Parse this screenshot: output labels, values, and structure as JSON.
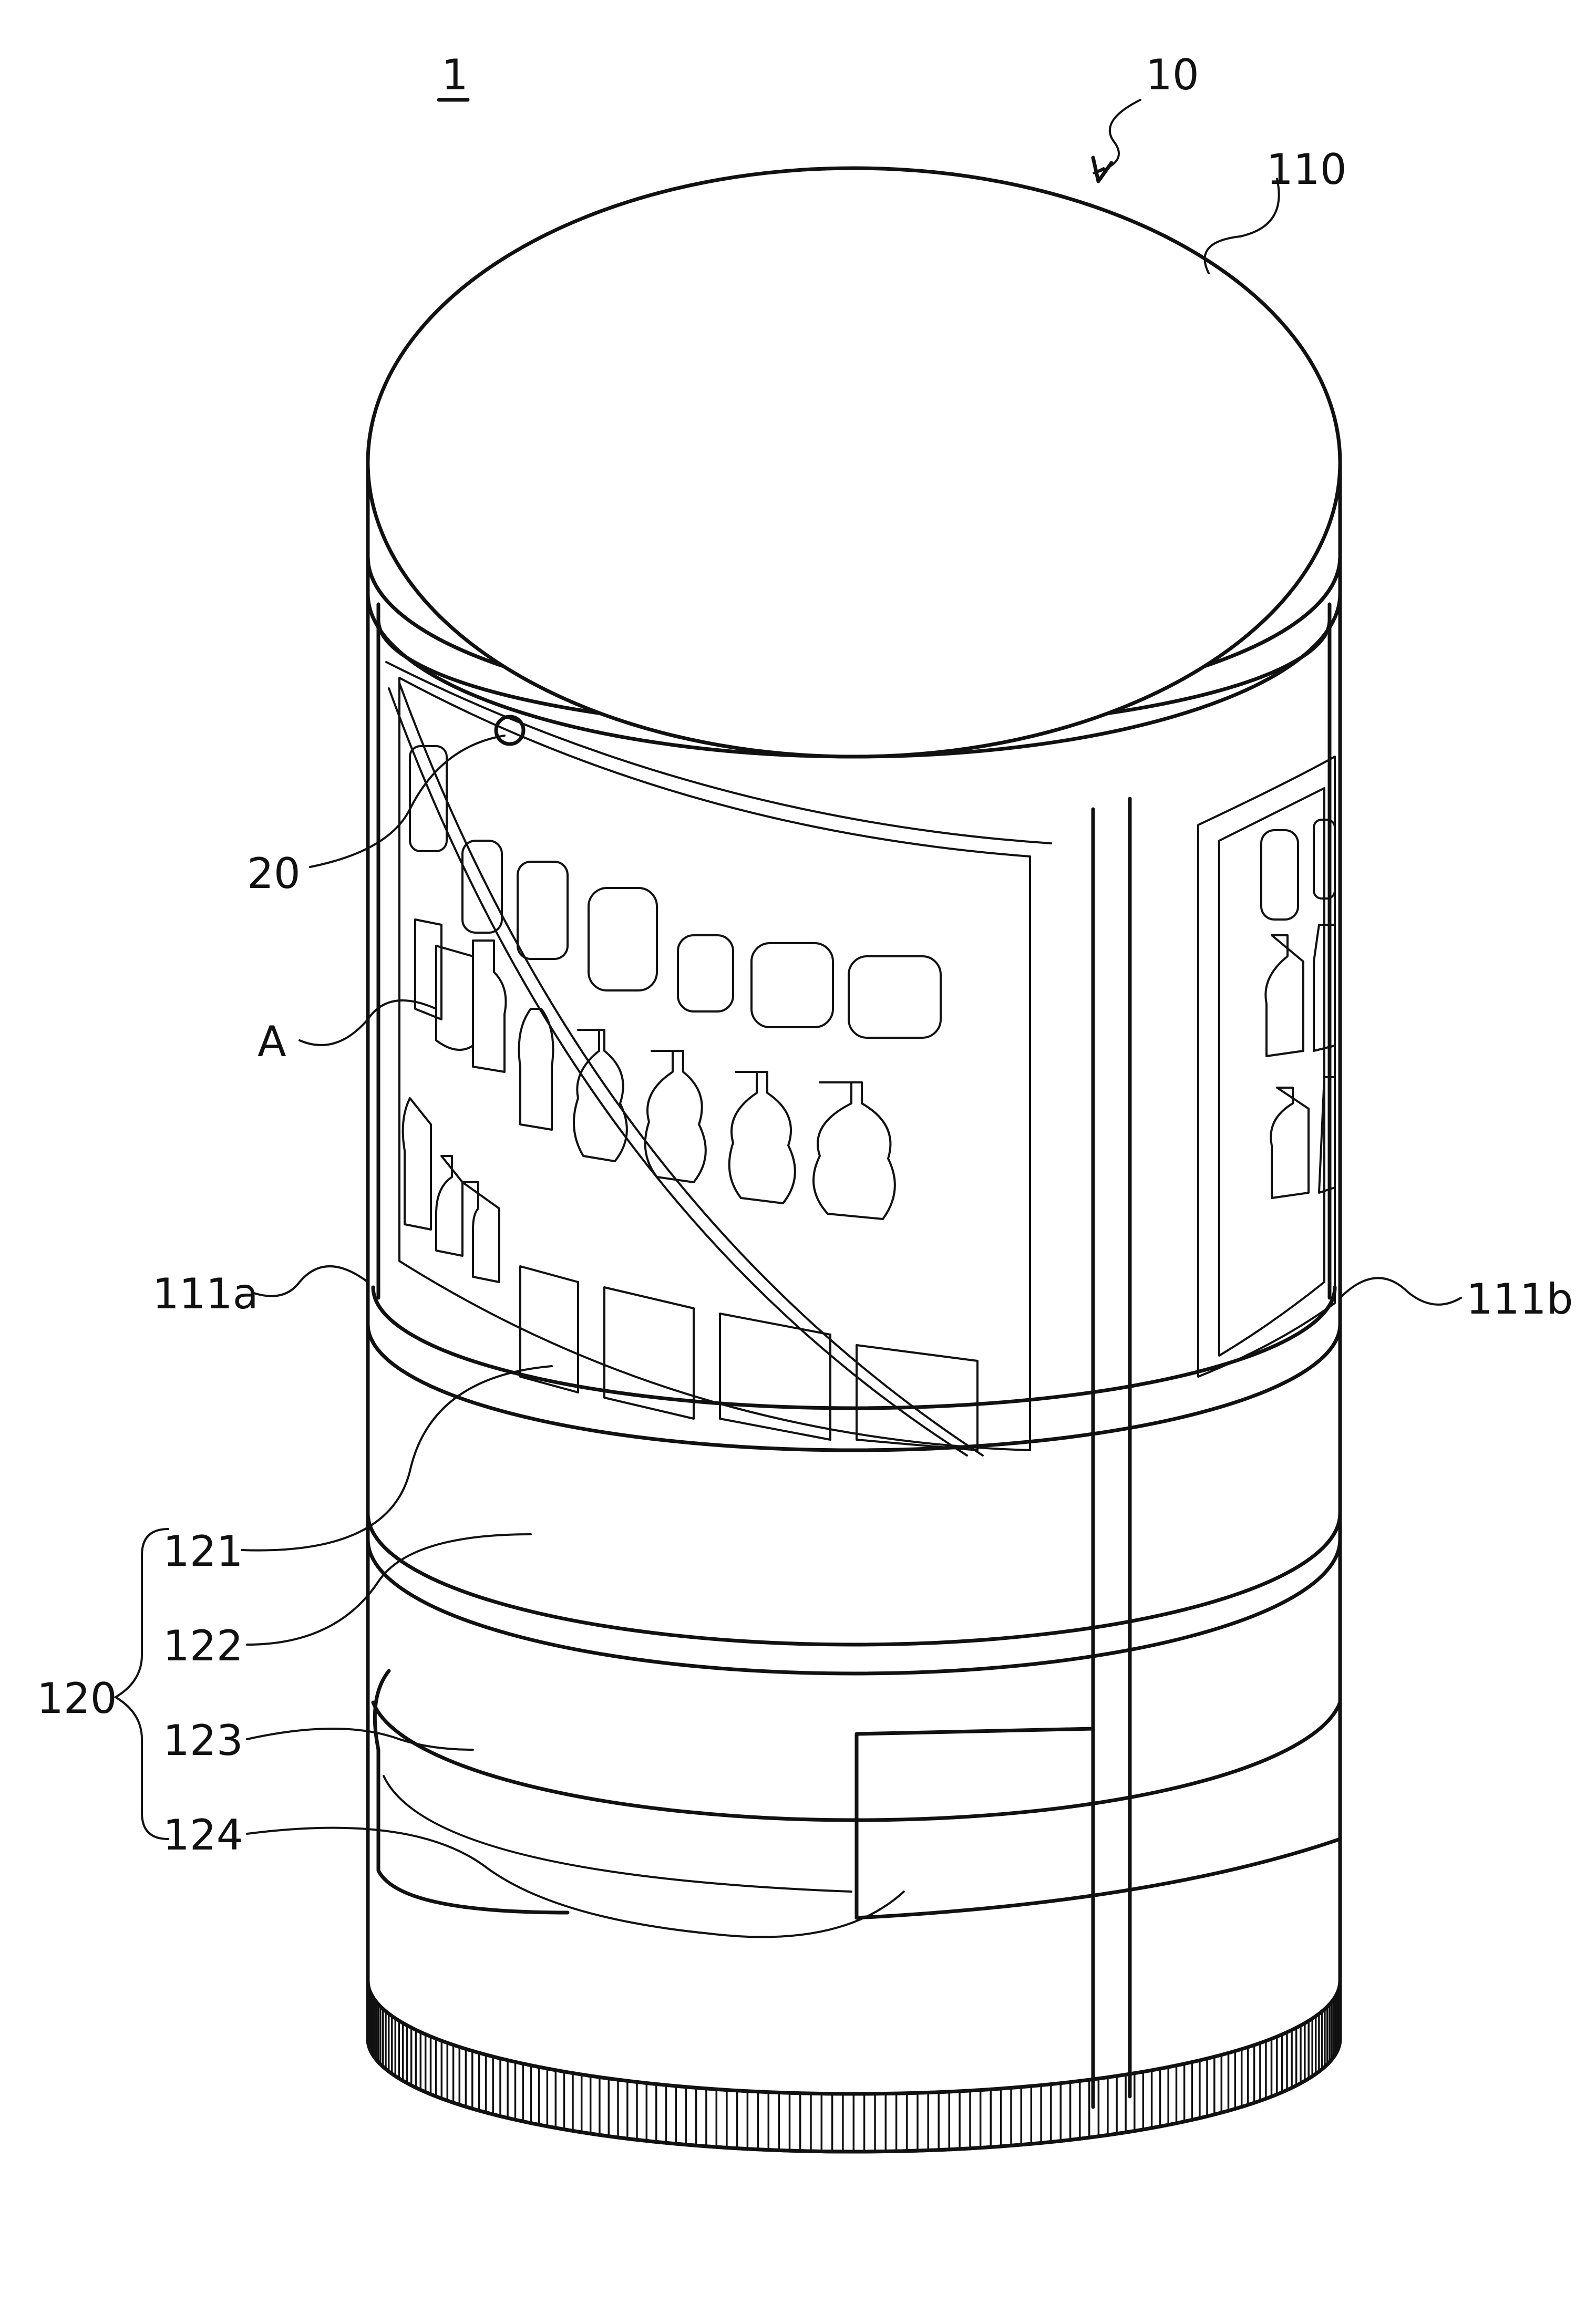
{
  "figure": {
    "number_label": "1",
    "references": {
      "ref_10": "10",
      "ref_110": "110",
      "ref_20": "20",
      "ref_A": "A",
      "ref_111a": "111a",
      "ref_111b": "111b",
      "ref_121": "121",
      "ref_122": "122",
      "ref_120": "120",
      "ref_123": "123",
      "ref_124": "124"
    }
  }
}
